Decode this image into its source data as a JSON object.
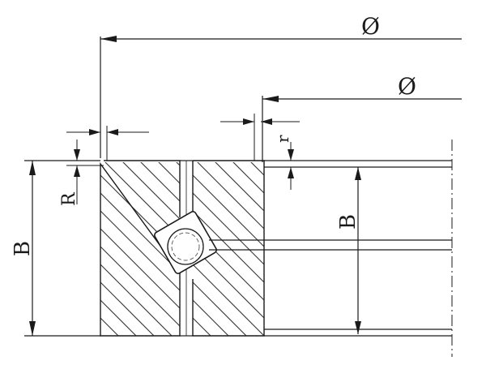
{
  "labels": {
    "outer_diameter": "Ø",
    "inner_diameter": "Ø",
    "width_left": "B",
    "width_right": "B",
    "chamfer_outer": "R",
    "chamfer_inner": "r"
  },
  "colors": {
    "line": "#1a1a1a",
    "hatch": "#333333",
    "background": "#ffffff"
  }
}
